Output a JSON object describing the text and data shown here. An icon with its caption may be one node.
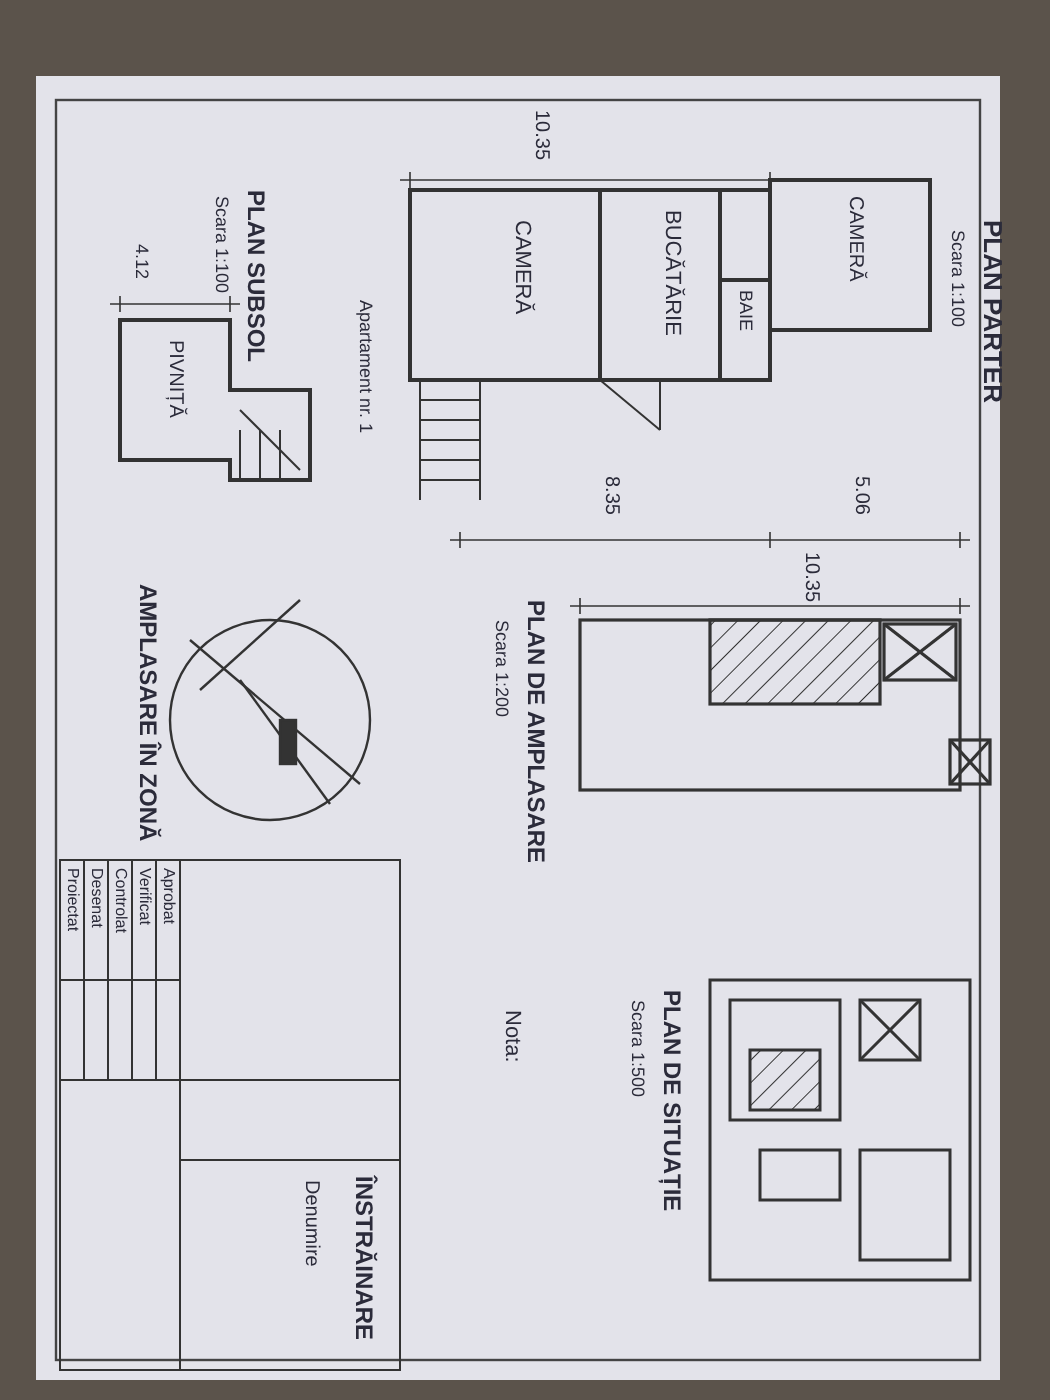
{
  "diagram": {
    "labels": [
      "10.35",
      "CAMERĂ",
      "BUCĂTĂRIE",
      "BAIE",
      "CAMERĂ",
      "PLAN PARTER",
      "Scara 1:100",
      "4.12",
      "PLAN SUBSOL",
      "Scara 1:100",
      "PIVNIȚĂ",
      "Apartament nr. 1",
      "8.35",
      "5.06",
      "10.35",
      "PLAN DE AMPLASARE",
      "Scara 1:200",
      "AMPLASARE ÎN ZONĂ",
      "PLAN DE SITUAȚIE",
      "Scara 1:500",
      "Nota:",
      "Proiectat",
      "Desenat",
      "Controlat",
      "Verificat",
      "Aprobat",
      "Denumire",
      "ÎNSTRĂINARE"
    ]
  }
}
